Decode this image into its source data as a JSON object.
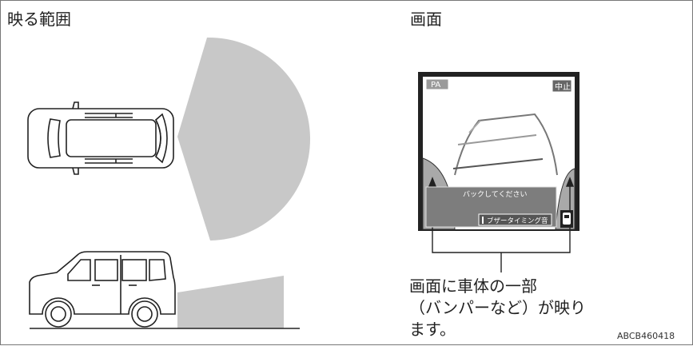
{
  "titles": {
    "left": "映る範囲",
    "right": "画面"
  },
  "screen": {
    "pa_label": "PA",
    "stop_button": "中止",
    "message": "バックしてください",
    "buzzer_button": "ブザータイミング音"
  },
  "caption": {
    "line1": "画面に車体の一部",
    "line2": "（バンパーなど）が映り",
    "line3": "ます。"
  },
  "figure_code": "ABCB460418",
  "colors": {
    "range_fill": "#c8c8c8",
    "screen_ground": "#a9a9a9",
    "screen_panel": "#7d7d7d",
    "outline": "#222222"
  }
}
